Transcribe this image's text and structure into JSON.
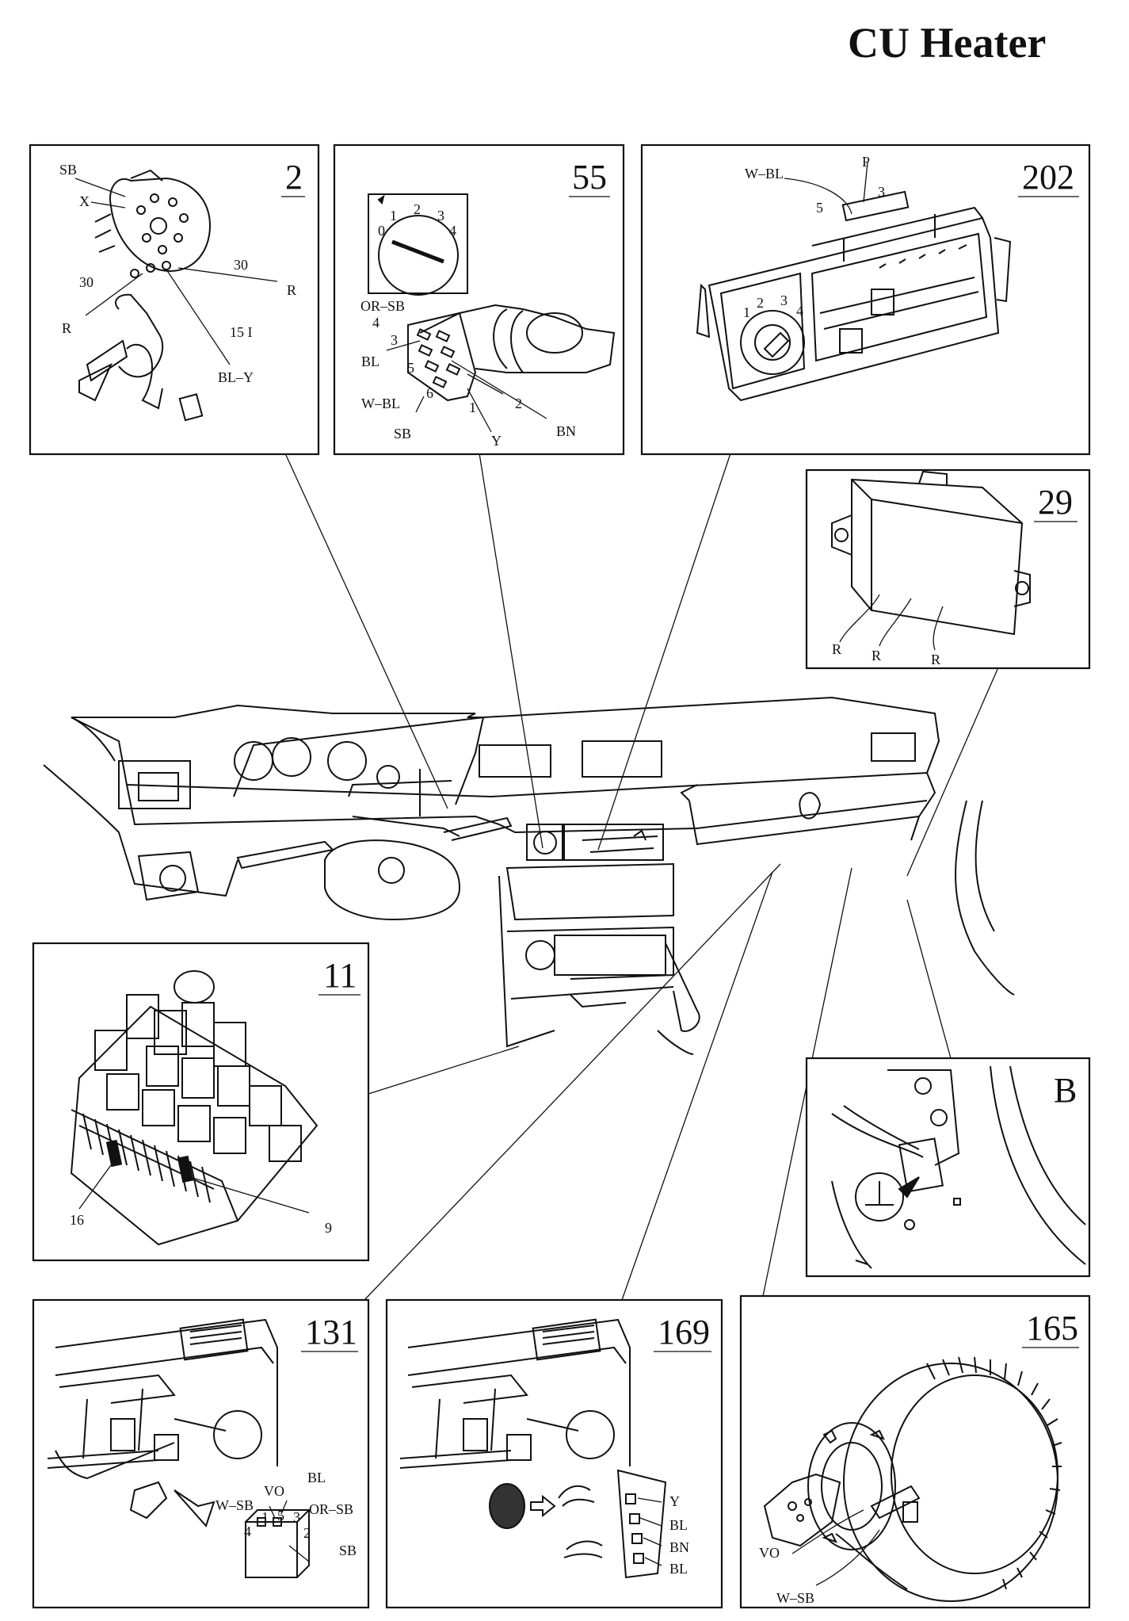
{
  "title": "CU Heater",
  "panels": {
    "p2": {
      "number": "2",
      "labels": {
        "sb": "SB",
        "x": "X",
        "n30a": "30",
        "n30b": "30",
        "r1": "R",
        "r2": "R",
        "n15i": "15 I",
        "bly": "BL–Y"
      }
    },
    "p55": {
      "number": "55",
      "dial": [
        "0",
        "1",
        "2",
        "3",
        "4"
      ],
      "labels": {
        "orsb": "OR–SB",
        "n4": "4",
        "n3": "3",
        "bl": "BL",
        "n5": "5",
        "n6": "6",
        "wbl": "W–BL",
        "sb": "SB",
        "n1": "1",
        "n2": "2",
        "y": "Y",
        "bn": "BN"
      }
    },
    "p202": {
      "number": "202",
      "dial": [
        "1",
        "2",
        "3",
        "4"
      ],
      "labels": {
        "wbl": "W–BL",
        "p": "P",
        "n5": "5",
        "n3": "3"
      }
    },
    "p29": {
      "number": "29",
      "labels": {
        "r1": "R",
        "r2": "R",
        "r3": "R"
      }
    },
    "p11": {
      "number": "11",
      "labels": {
        "n16": "16",
        "n9": "9"
      }
    },
    "pB": {
      "number": "B"
    },
    "p131": {
      "number": "131",
      "labels": {
        "bl": "BL",
        "vo": "VO",
        "wsb": "W–SB",
        "n1": "1",
        "n5": "5",
        "n3": "3",
        "orsb": "OR–SB",
        "n4": "4",
        "n2": "2",
        "sb": "SB"
      }
    },
    "p169": {
      "number": "169",
      "labels": {
        "y": "Y",
        "bl1": "BL",
        "bn": "BN",
        "bl2": "BL"
      }
    },
    "p165": {
      "number": "165",
      "labels": {
        "vo": "VO",
        "wsb": "W–SB"
      }
    }
  }
}
